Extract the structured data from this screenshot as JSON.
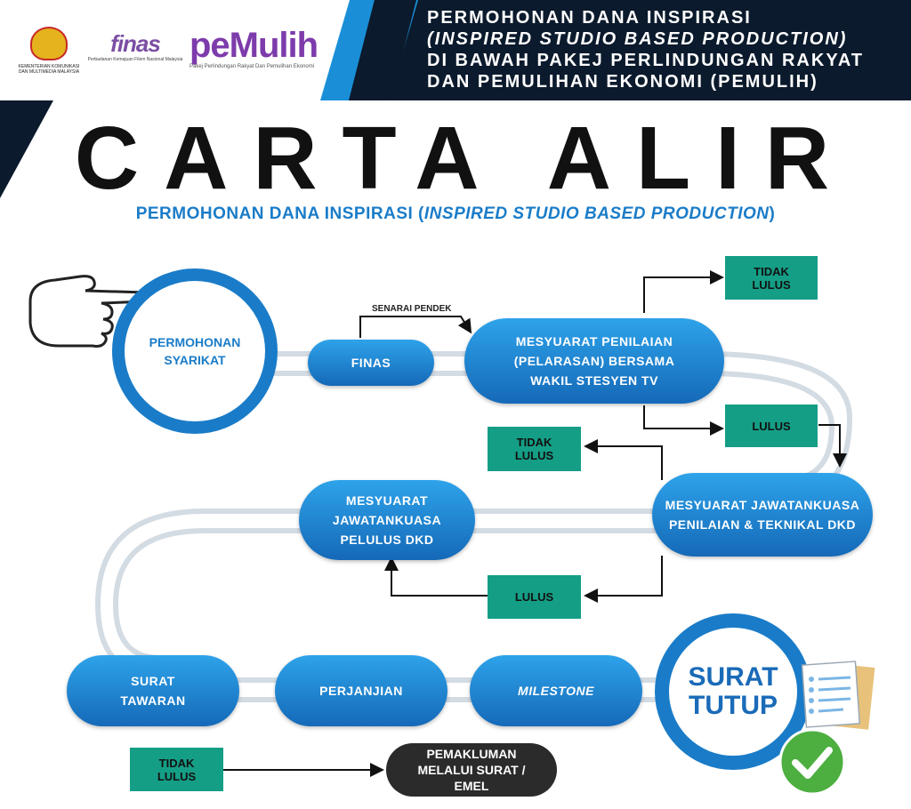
{
  "header": {
    "title_line1": "PERMOHONAN DANA INSPIRASI",
    "title_line2": "(INSPIRED STUDIO BASED PRODUCTION)",
    "title_line3": "DI BAWAH PAKEJ PERLINDUNGAN RAKYAT",
    "title_line4": "DAN PEMULIHAN EKONOMI (PEMULIH)",
    "logo1_text": "KEMENTERIAN KOMUNIKASI DAN MULTIMEDIA MALAYSIA",
    "logo2_mark": "finas",
    "logo2_text": "Perbadanan Kemajuan Filem Nasional Malaysia",
    "logo3_mark": "peMulih",
    "logo3_text": "Pakej Perlindungan Rakyat Dan Pemulihan Ekonomi"
  },
  "title": "CARTA ALIR",
  "subtitle_prefix": "PERMOHONAN DANA INSPIRASI (",
  "subtitle_italic": "INSPIRED STUDIO BASED PRODUCTION",
  "subtitle_suffix": ")",
  "nodes": {
    "permohonan": "PERMOHONAN SYARIKAT",
    "finas": "FINAS",
    "senarai": "SENARAI PENDEK",
    "mesyuarat_penilaian": "MESYUARAT PENILAIAN (PELARASAN) BERSAMA WAKIL STESYEN TV",
    "tidak_lulus_1": "TIDAK LULUS",
    "lulus_1": "LULUS",
    "mesyuarat_teknikal": "MESYUARAT JAWATANKUASA PENILAIAN & TEKNIKAL DKD",
    "tidak_lulus_2": "TIDAK LULUS",
    "mesyuarat_pelulus": "MESYUARAT JAWATANKUASA PELULUS DKD",
    "lulus_2": "LULUS",
    "surat_tawaran": "SURAT TAWARAN",
    "perjanjian": "PERJANJIAN",
    "milestone": "MILESTONE",
    "surat_tutup": "SURAT TUTUP",
    "tidak_lulus_3": "TIDAK LULUS",
    "pemakluman": "PEMAKLUMAN MELALUI SURAT / EMEL"
  },
  "colors": {
    "pill_blue": "#1a7cc8",
    "tag_green": "#159e86",
    "header_dark": "#0b1a2c",
    "subtitle_blue": "#1a7cc8"
  },
  "icons": [
    "pointing-hand-icon",
    "document-icon",
    "checkmark-icon"
  ]
}
